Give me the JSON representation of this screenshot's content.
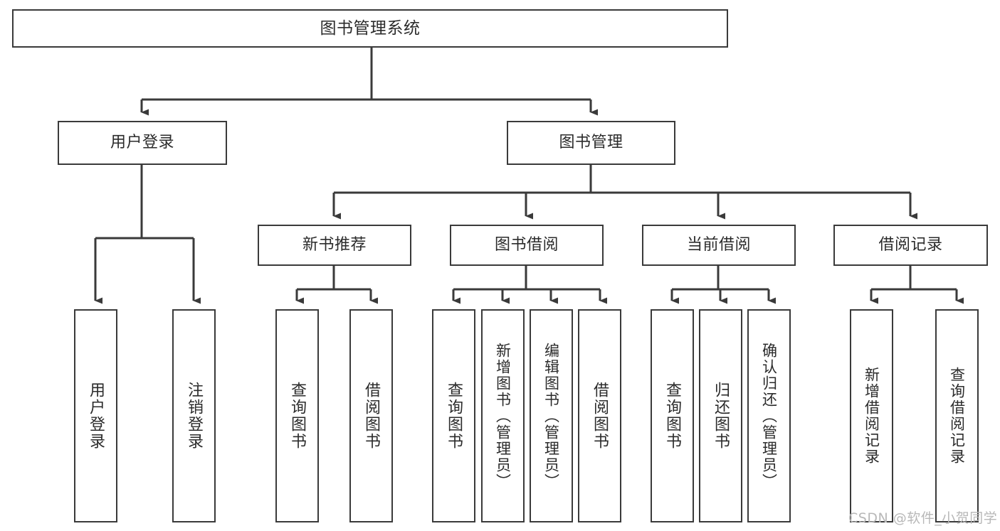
{
  "diagram": {
    "type": "tree",
    "title": "图书管理系统",
    "colors": {
      "stroke": "#3a3a3a",
      "fill": "#ffffff",
      "text": "#2b2b2b",
      "watermark": "#b8b8b8"
    },
    "root": {
      "label": "图书管理系统"
    },
    "level2": [
      {
        "label": "用户登录"
      },
      {
        "label": "图书管理"
      }
    ],
    "level3": [
      {
        "label": "新书推荐"
      },
      {
        "label": "图书借阅"
      },
      {
        "label": "当前借阅"
      },
      {
        "label": "借阅记录"
      }
    ],
    "leaves": {
      "user_login": [
        {
          "label": "用户登录"
        },
        {
          "label": "注销登录"
        }
      ],
      "new_book": [
        {
          "label": "查询图书"
        },
        {
          "label": "借阅图书"
        }
      ],
      "borrow": [
        {
          "label": "查询图书"
        },
        {
          "label": "新增图书（管理员）"
        },
        {
          "label": "编辑图书（管理员）"
        },
        {
          "label": "借阅图书"
        }
      ],
      "current": [
        {
          "label": "查询图书"
        },
        {
          "label": "归还图书"
        },
        {
          "label": "确认归还（管理员）"
        }
      ],
      "records": [
        {
          "label": "新增借阅记录"
        },
        {
          "label": "查询借阅记录"
        }
      ]
    }
  },
  "watermark": {
    "text": "CSDN @软件_小贺同学"
  }
}
